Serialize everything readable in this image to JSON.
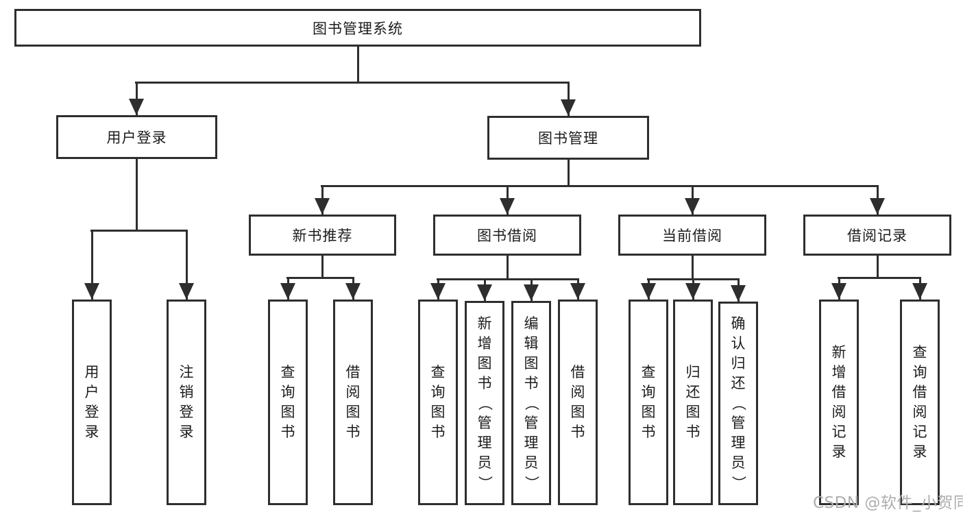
{
  "diagram": {
    "type": "hierarchy-tree",
    "root_label": "图书管理系统"
  },
  "colors": {
    "line": "#2e2e2e",
    "text": "#1c1c1c",
    "background": "#ffffff",
    "watermark": "#aeaeae"
  },
  "nodes": [
    {
      "id": "root",
      "label": "图书管理系统",
      "orient": "h",
      "level": 1
    },
    {
      "id": "user-login",
      "label": "用户登录",
      "orient": "h",
      "level": 2
    },
    {
      "id": "book-mgmt",
      "label": "图书管理",
      "orient": "h",
      "level": 2
    },
    {
      "id": "new-book-rec",
      "label": "新书推荐",
      "orient": "h",
      "level": 3
    },
    {
      "id": "book-borrow",
      "label": "图书借阅",
      "orient": "h",
      "level": 3
    },
    {
      "id": "current-borrow",
      "label": "当前借阅",
      "orient": "h",
      "level": 3
    },
    {
      "id": "borrow-records",
      "label": "借阅记录",
      "orient": "h",
      "level": 3
    },
    {
      "id": "leaf-user-login",
      "label": "用户登录",
      "orient": "v",
      "level": 4
    },
    {
      "id": "leaf-logout",
      "label": "注销登录",
      "orient": "v",
      "level": 4
    },
    {
      "id": "leaf-nbr-query",
      "label": "查询图书",
      "orient": "v",
      "level": 4
    },
    {
      "id": "leaf-nbr-borrow",
      "label": "借阅图书",
      "orient": "v",
      "level": 4
    },
    {
      "id": "leaf-bb-query",
      "label": "查询图书",
      "orient": "v",
      "level": 4
    },
    {
      "id": "leaf-bb-add",
      "label": "新增图书（管理员）",
      "orient": "v",
      "level": 4
    },
    {
      "id": "leaf-bb-edit",
      "label": "编辑图书（管理员）",
      "orient": "v",
      "level": 4
    },
    {
      "id": "leaf-bb-borrow",
      "label": "借阅图书",
      "orient": "v",
      "level": 4
    },
    {
      "id": "leaf-cb-query",
      "label": "查询图书",
      "orient": "v",
      "level": 4
    },
    {
      "id": "leaf-cb-return",
      "label": "归还图书",
      "orient": "v",
      "level": 4
    },
    {
      "id": "leaf-cb-confirm",
      "label": "确认归还（管理员）",
      "orient": "v",
      "level": 4
    },
    {
      "id": "leaf-br-add",
      "label": "新增借阅记录",
      "orient": "v",
      "level": 4
    },
    {
      "id": "leaf-br-query",
      "label": "查询借阅记录",
      "orient": "v",
      "level": 4
    }
  ],
  "edges": [
    {
      "from": "root",
      "to": "user-login"
    },
    {
      "from": "root",
      "to": "book-mgmt"
    },
    {
      "from": "user-login",
      "to": "leaf-user-login"
    },
    {
      "from": "user-login",
      "to": "leaf-logout"
    },
    {
      "from": "book-mgmt",
      "to": "new-book-rec"
    },
    {
      "from": "book-mgmt",
      "to": "book-borrow"
    },
    {
      "from": "book-mgmt",
      "to": "current-borrow"
    },
    {
      "from": "book-mgmt",
      "to": "borrow-records"
    },
    {
      "from": "new-book-rec",
      "to": "leaf-nbr-query"
    },
    {
      "from": "new-book-rec",
      "to": "leaf-nbr-borrow"
    },
    {
      "from": "book-borrow",
      "to": "leaf-bb-query"
    },
    {
      "from": "book-borrow",
      "to": "leaf-bb-add"
    },
    {
      "from": "book-borrow",
      "to": "leaf-bb-edit"
    },
    {
      "from": "book-borrow",
      "to": "leaf-bb-borrow"
    },
    {
      "from": "current-borrow",
      "to": "leaf-cb-query"
    },
    {
      "from": "current-borrow",
      "to": "leaf-cb-return"
    },
    {
      "from": "current-borrow",
      "to": "leaf-cb-confirm"
    },
    {
      "from": "borrow-records",
      "to": "leaf-br-add"
    },
    {
      "from": "borrow-records",
      "to": "leaf-br-query"
    }
  ],
  "watermark": {
    "text": "CSDN @软件_小贺同学"
  }
}
